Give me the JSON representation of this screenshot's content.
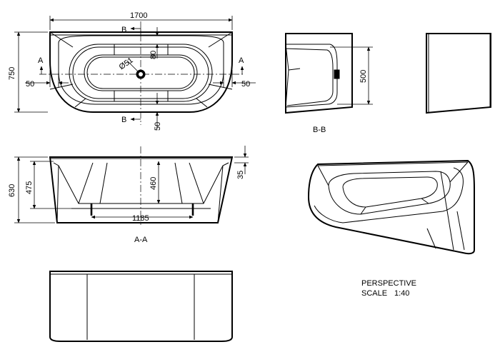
{
  "plan_view": {
    "dim_length": "1700",
    "dim_width": "750",
    "dim_edge_left": "50",
    "dim_edge_right": "50",
    "dim_top_edge": "80",
    "dim_bottom_edge": "50",
    "dim_drain": "Ø51",
    "section_b": "B",
    "section_a": "A"
  },
  "section_aa": {
    "title": "A-A",
    "dim_height": "630",
    "dim_depth_outer": "475",
    "dim_depth_inner": "460",
    "dim_rim": "35",
    "dim_base": "1185"
  },
  "section_bb": {
    "title": "B-B",
    "dim_depth": "500"
  },
  "notes": {
    "perspective": "PERSPECTIVE",
    "scale_label": "SCALE",
    "scale_value": "1:40"
  }
}
